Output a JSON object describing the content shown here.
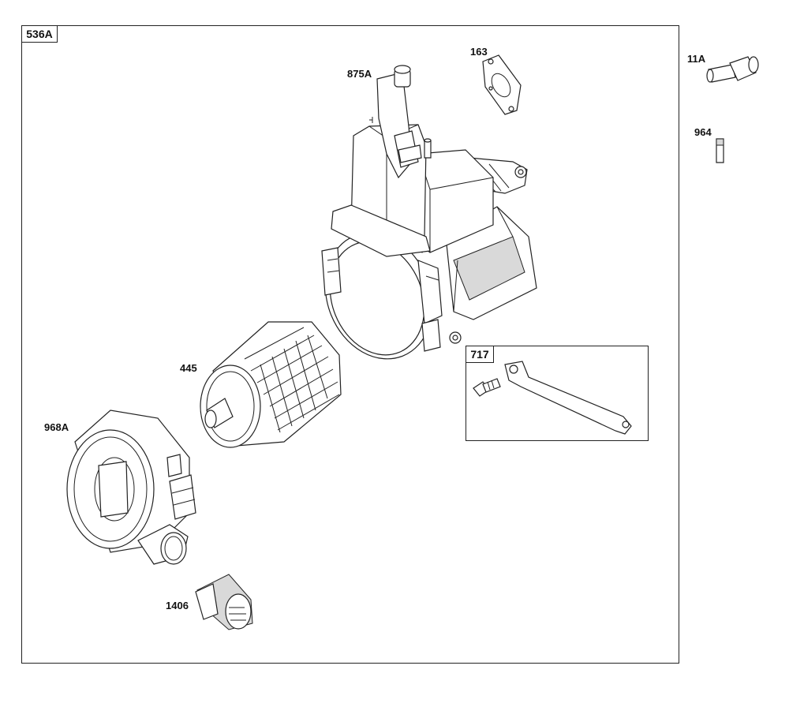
{
  "main_assembly": {
    "ref": "536A"
  },
  "kit": {
    "ref": "717"
  },
  "parts": [
    {
      "ref": "875A",
      "icon": "breather-tube-icon"
    },
    {
      "ref": "163",
      "icon": "gasket-icon"
    },
    {
      "ref": "11A",
      "icon": "elbow-fitting-icon"
    },
    {
      "ref": "964",
      "icon": "sleeve-icon"
    },
    {
      "ref": "445",
      "icon": "air-filter-cartridge-icon"
    },
    {
      "ref": "968A",
      "icon": "air-cleaner-cover-icon"
    },
    {
      "ref": "1406",
      "icon": "intake-duct-icon"
    }
  ],
  "colors": {
    "line": "#222222",
    "shade": "#d9d9d9",
    "background": "#ffffff"
  }
}
